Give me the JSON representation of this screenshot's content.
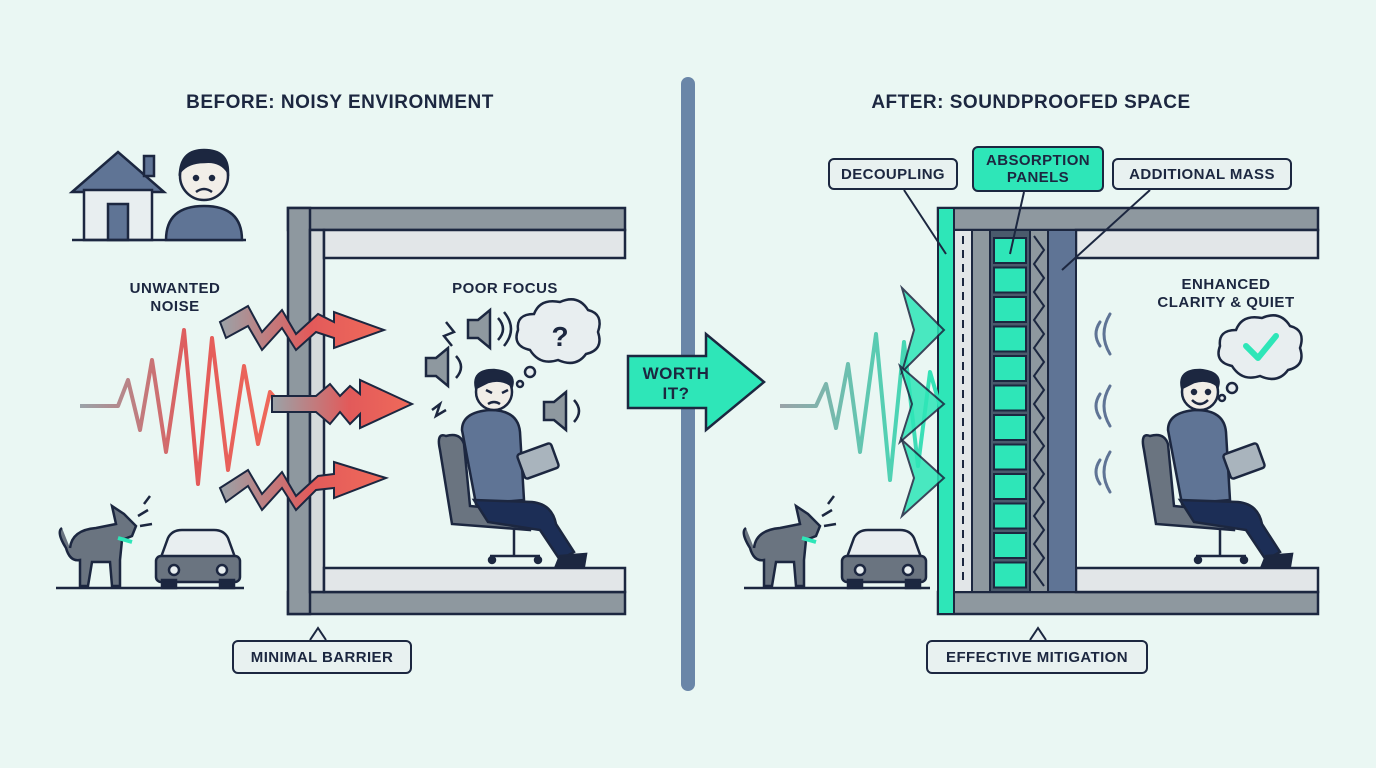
{
  "before": {
    "title": "BEFORE: NOISY ENVIRONMENT",
    "label_noise_1": "UNWANTED",
    "label_noise_2": "NOISE",
    "label_focus": "POOR FOCUS",
    "label_barrier": "MINIMAL BARRIER"
  },
  "center": {
    "arrow_line1": "WORTH",
    "arrow_line2": "IT?"
  },
  "after": {
    "title": "AFTER: SOUNDPROOFED SPACE",
    "label_decoupling": "DECOUPLING",
    "label_absorption_1": "ABSORPTION",
    "label_absorption_2": "PANELS",
    "label_mass": "ADDITIONAL MASS",
    "label_clarity_1": "ENHANCED",
    "label_clarity_2": "CLARITY & QUIET",
    "label_mitigation": "EFFECTIVE MITIGATION"
  },
  "colors": {
    "background": "#eaf7f3",
    "outline": "#1c2740",
    "wall": "#8e989f",
    "person": "#5f7495",
    "noise_red": "#e25a5a",
    "teal_accent": "#2ee6b8",
    "divider": "#6a86a8"
  }
}
